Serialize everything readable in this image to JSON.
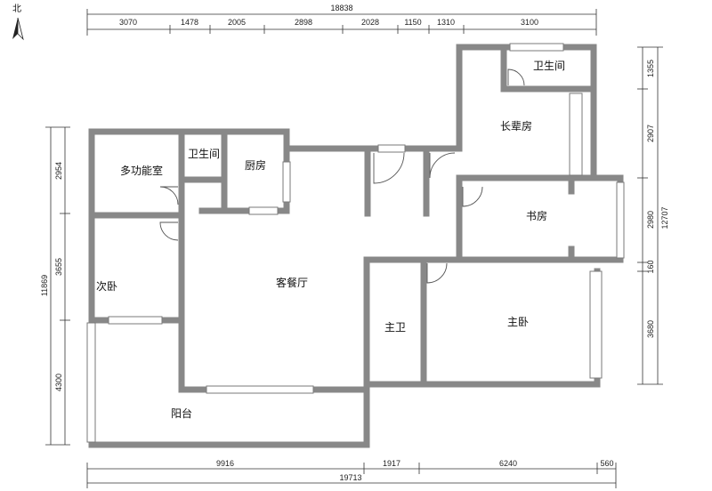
{
  "compass_label": "北",
  "rooms": {
    "multi_room": "多功能室",
    "bath_left": "卫生间",
    "kitchen": "厨房",
    "bath_top": "卫生间",
    "elder_room": "长辈房",
    "study": "书房",
    "second_bed": "次卧",
    "living_dining": "客餐厅",
    "master_bath": "主卫",
    "master_bed": "主卧",
    "balcony": "阳台"
  },
  "dims": {
    "top_total": "18838",
    "top": [
      "3070",
      "1478",
      "2005",
      "2898",
      "2028",
      "1150",
      "1310",
      "3100"
    ],
    "bottom": [
      "9916",
      "1917",
      "6240",
      "560"
    ],
    "bottom_total": "19713",
    "left": [
      "2954",
      "3655",
      "4300"
    ],
    "left_total": "11869",
    "right": [
      "1355",
      "2907",
      "2980",
      "160",
      "3680"
    ],
    "right_total": "12707"
  },
  "colors": {
    "wall": "#888888",
    "line": "#333333",
    "window": "#7a7a7a"
  }
}
